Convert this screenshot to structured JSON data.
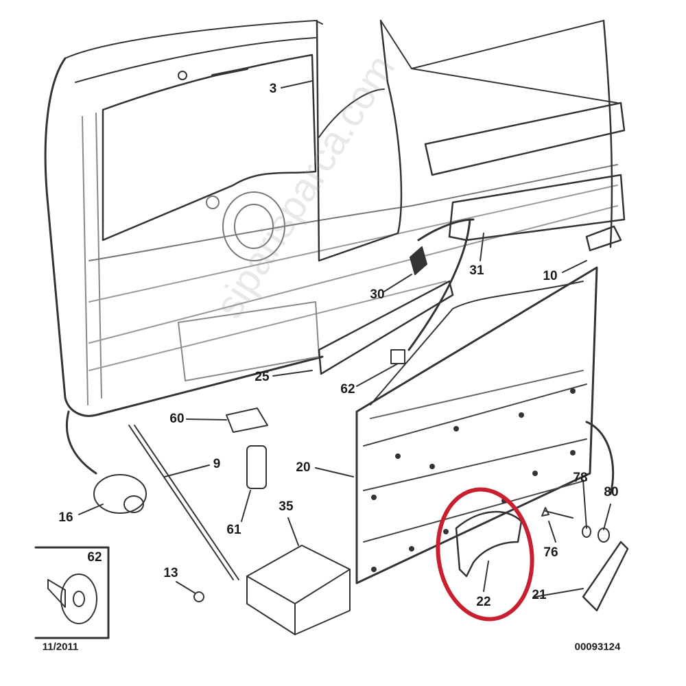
{
  "diagram": {
    "part_labels": {
      "p3": "3",
      "p31": "31",
      "p10": "10",
      "p30": "30",
      "p25": "25",
      "p62": "62",
      "p60": "60",
      "p9": "9",
      "p20": "20",
      "p16": "16",
      "p61": "61",
      "p35": "35",
      "p78": "78",
      "p80": "80",
      "p76": "76",
      "p13": "13",
      "p62_inset": "62",
      "p22": "22",
      "p21": "21"
    },
    "date": "11/2011",
    "diagram_code": "00093124",
    "watermark": "siparisparca.com",
    "highlight_color": "#c8202e",
    "highlighted_part": "22"
  }
}
